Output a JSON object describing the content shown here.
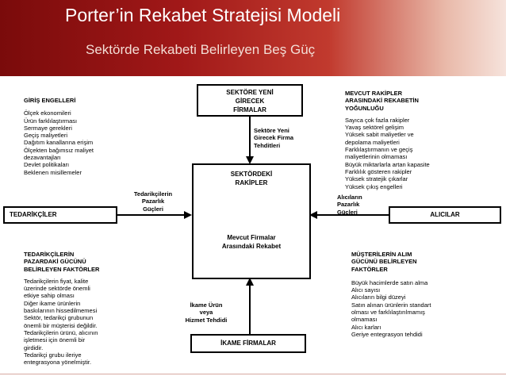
{
  "header": {
    "title": "Porter’in Rekabet Stratejisi Modeli",
    "subtitle": "Sektörde Rekabeti Belirleyen  Beş Güç"
  },
  "boxes": {
    "top": [
      "SEKTÖRE YENİ",
      "GİRECEK",
      "FİRMALAR"
    ],
    "center_title": [
      "SEKTÖRDEKİ",
      "RAKİPLER"
    ],
    "center_sub": [
      "Mevcut Firmalar",
      "Arasındaki Rekabet"
    ],
    "left": "TEDARİKÇİLER",
    "right": "ALICILAR",
    "bottom": "İKAME FİRMALAR"
  },
  "arrow_labels": {
    "top": [
      "Sektöre Yeni",
      "Girecek Firma",
      "Tehditleri"
    ],
    "left": [
      "Tedarikçilerin",
      "Pazarlık",
      "Güçleri"
    ],
    "right": [
      "Alıcıların",
      "Pazarlık",
      "Güçleri"
    ],
    "bottom": [
      "İkame Ürün",
      "veya",
      "Hizmet Tehdidi"
    ]
  },
  "panels": {
    "entry": {
      "heading": "GİRİŞ ENGELLERİ",
      "items": [
        "Ölçek ekonomileri",
        "Ürün farklılaştırması",
        "Sermaye gerekleri",
        "Geçiş maliyetleri",
        "Dağıtım kanallarına erişim",
        "Ölçekten bağımsız maliyet",
        "dezavantajları",
        "Devlet politikaları",
        "Beklenen misillemeler"
      ]
    },
    "rivalry": {
      "heading": [
        "MEVCUT RAKİPLER",
        "ARASINDAKİ REKABETİN",
        "YOĞUNLUĞU"
      ],
      "items": [
        "Sayıca çok fazla rakipler",
        "Yavaş sektörel gelişim",
        "Yüksek sabit maliyetler ve",
        "depolama maliyetleri",
        "Farklılaştırmanın ve  geçiş",
        "maliyetlerinin olmaması",
        "Büyük miktarlarla artan kapasite",
        "Farklılık gösteren rakipler",
        "Yüksek stratejik çıkarlar",
        "Yüksek çıkış engelleri"
      ]
    },
    "supplier": {
      "heading": [
        "TEDARİKÇİLERİN",
        "PAZARDAKİ GÜCÜNÜ",
        "BELİRLEYEN FAKTÖRLER"
      ],
      "items": [
        "Tedarikçilerin fiyat, kalite",
        "üzerinde sektörde önemli",
        "etkiye sahip olması",
        "Diğer ikame ürünlerin",
        "baskılarının hissedilmemesi",
        "Sektör, tedarikçi grubunun",
        "önemli bir müşterisi değildir.",
        "Tedarikçilerin ürünü, alıcının",
        "işletmesi için önemli bir",
        "girdidir.",
        "Tedarikçi grubu ileriye",
        "entegrasyona yönelmiştir."
      ]
    },
    "buyer": {
      "heading": [
        "MÜŞTERİLERİN ALIM",
        "GÜCÜNÜ BELİRLEYEN",
        "FAKTÖRLER"
      ],
      "items": [
        "Büyük hacimlerde satın alma",
        "Alıcı sayısı",
        "Alıcıların bilgi düzeyi",
        "Satın alınan ürünlerin standart",
        "olması      ve      farklılaştırılmamış",
        "olmaması",
        "Alıcı karları",
        "Geriye entegrasyon tehdidi"
      ]
    }
  }
}
